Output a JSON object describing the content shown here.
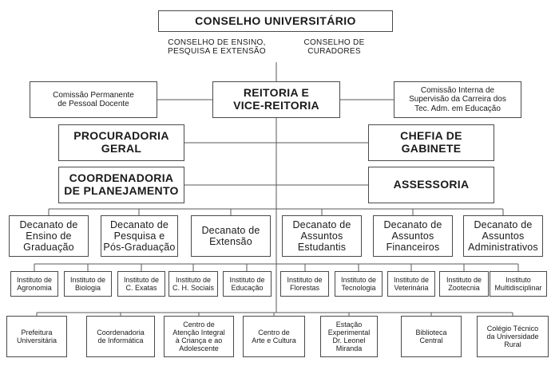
{
  "conselho": {
    "title": "CONSELHO UNIVERSITÁRIO",
    "ensino": "CONSELHO DE ENSINO,\nPESQUISA E EXTENSÃO",
    "curadores": "CONSELHO DE\nCURADORES"
  },
  "reitoria": "REITORIA E\nVICE-REITORIA",
  "comissao_docente": "Comissão Permanente\nde Pessoal Docente",
  "comissao_tecnicos": "Comissão Interna de\nSupervisão da Carreira dos\nTec. Adm. em Educação",
  "procuradoria": "PROCURADORIA\nGERAL",
  "chefia": "CHEFIA DE\nGABINETE",
  "coordenadoria": "COORDENADORIA\nDE PLANEJAMENTO",
  "assessoria": "ASSESSORIA",
  "decanatos": [
    "Decanato de\nEnsino de\nGraduação",
    "Decanato de\nPesquisa e\nPós-Graduação",
    "Decanato de\nExtensão",
    "Decanato de\nAssuntos\nEstudantis",
    "Decanato de\nAssuntos\nFinanceiros",
    "Decanato de\nAssuntos\nAdministrativos"
  ],
  "institutos": [
    "Instituto de\nAgronomia",
    "Instituto de\nBiologia",
    "Instituto de\nC. Exatas",
    "Instituto de\nC. H. Sociais",
    "Instituto de\nEducação",
    "Instituto de\nFlorestas",
    "Instituto de\nTecnologia",
    "Instituto de\nVeterinária",
    "Instituto de\nZootecnia",
    "Instituto\nMultidisciplinar"
  ],
  "orgaos": [
    "Prefeitura\nUniversitária",
    "Coordenadoria\nde Informática",
    "Centro de\nAtenção Integral\nà Criança e ao\nAdolescente",
    "Centro de\nArte e Cultura",
    "Estação\nExperimental\nDr. Leonel\nMiranda",
    "Biblioteca\nCentral",
    "Colégio Técnico\nda Universidade\nRural"
  ]
}
